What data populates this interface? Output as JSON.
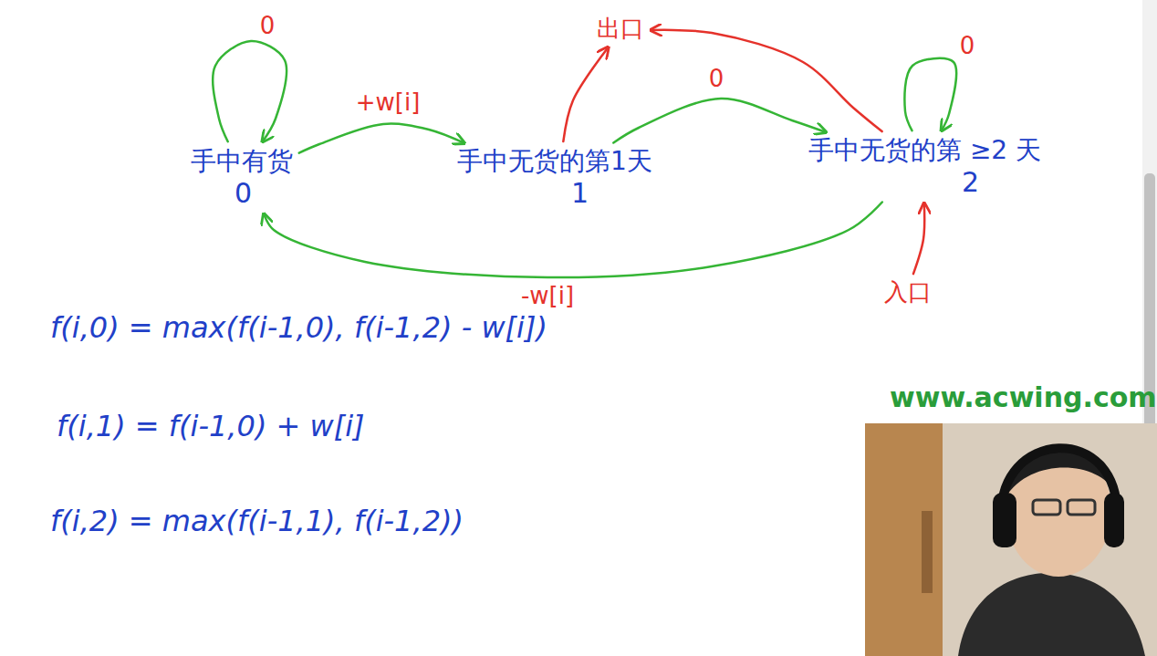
{
  "diagram": {
    "nodes": [
      {
        "text": [
          "出口"
        ]
      },
      {
        "text": [
          "手中有货",
          "0"
        ]
      },
      {
        "text": [
          "手中无货的第1天",
          "1"
        ]
      },
      {
        "text": [
          "手中无货的第 ≥2 天",
          "2"
        ]
      },
      {
        "text": [
          "入口"
        ]
      }
    ],
    "edges": [
      {
        "from": 1,
        "to": 1,
        "arrow": "to",
        "label": "0"
      },
      {
        "from": 1,
        "to": 2,
        "arrow": "to",
        "label": "+w[i]"
      },
      {
        "from": 2,
        "to": 3,
        "arrow": "to",
        "label": "0"
      },
      {
        "from": 3,
        "to": 3,
        "arrow": "to",
        "label": "0"
      },
      {
        "from": 3,
        "to": 1,
        "arrow": "to",
        "label": "-w[i]"
      },
      {
        "from": 2,
        "to": 0,
        "arrow": "to"
      },
      {
        "from": 3,
        "to": 0,
        "arrow": "to"
      },
      {
        "from": 4,
        "to": 3,
        "arrow": "to"
      }
    ],
    "labels": [
      "f(i,0) = max(f(i-1,0), f(i-1,2) - w[i])",
      "f(i,1) = f(i-1,0) + w[i]",
      "f(i,2) = max(f(i-1,1), f(i-1,2))",
      "www.acwing.com"
    ]
  }
}
